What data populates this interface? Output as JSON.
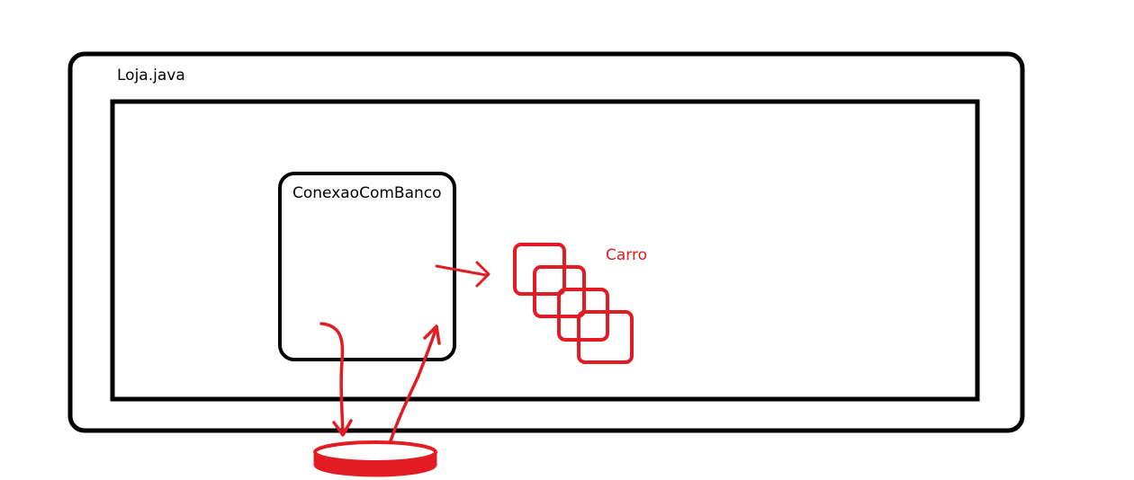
{
  "outer_label": "Loja.java",
  "module_label": "ConexaoComBanco",
  "cars_label": "Carro",
  "colors": {
    "ink": "#000000",
    "accent": "#e31b23",
    "background": "#ffffff"
  }
}
